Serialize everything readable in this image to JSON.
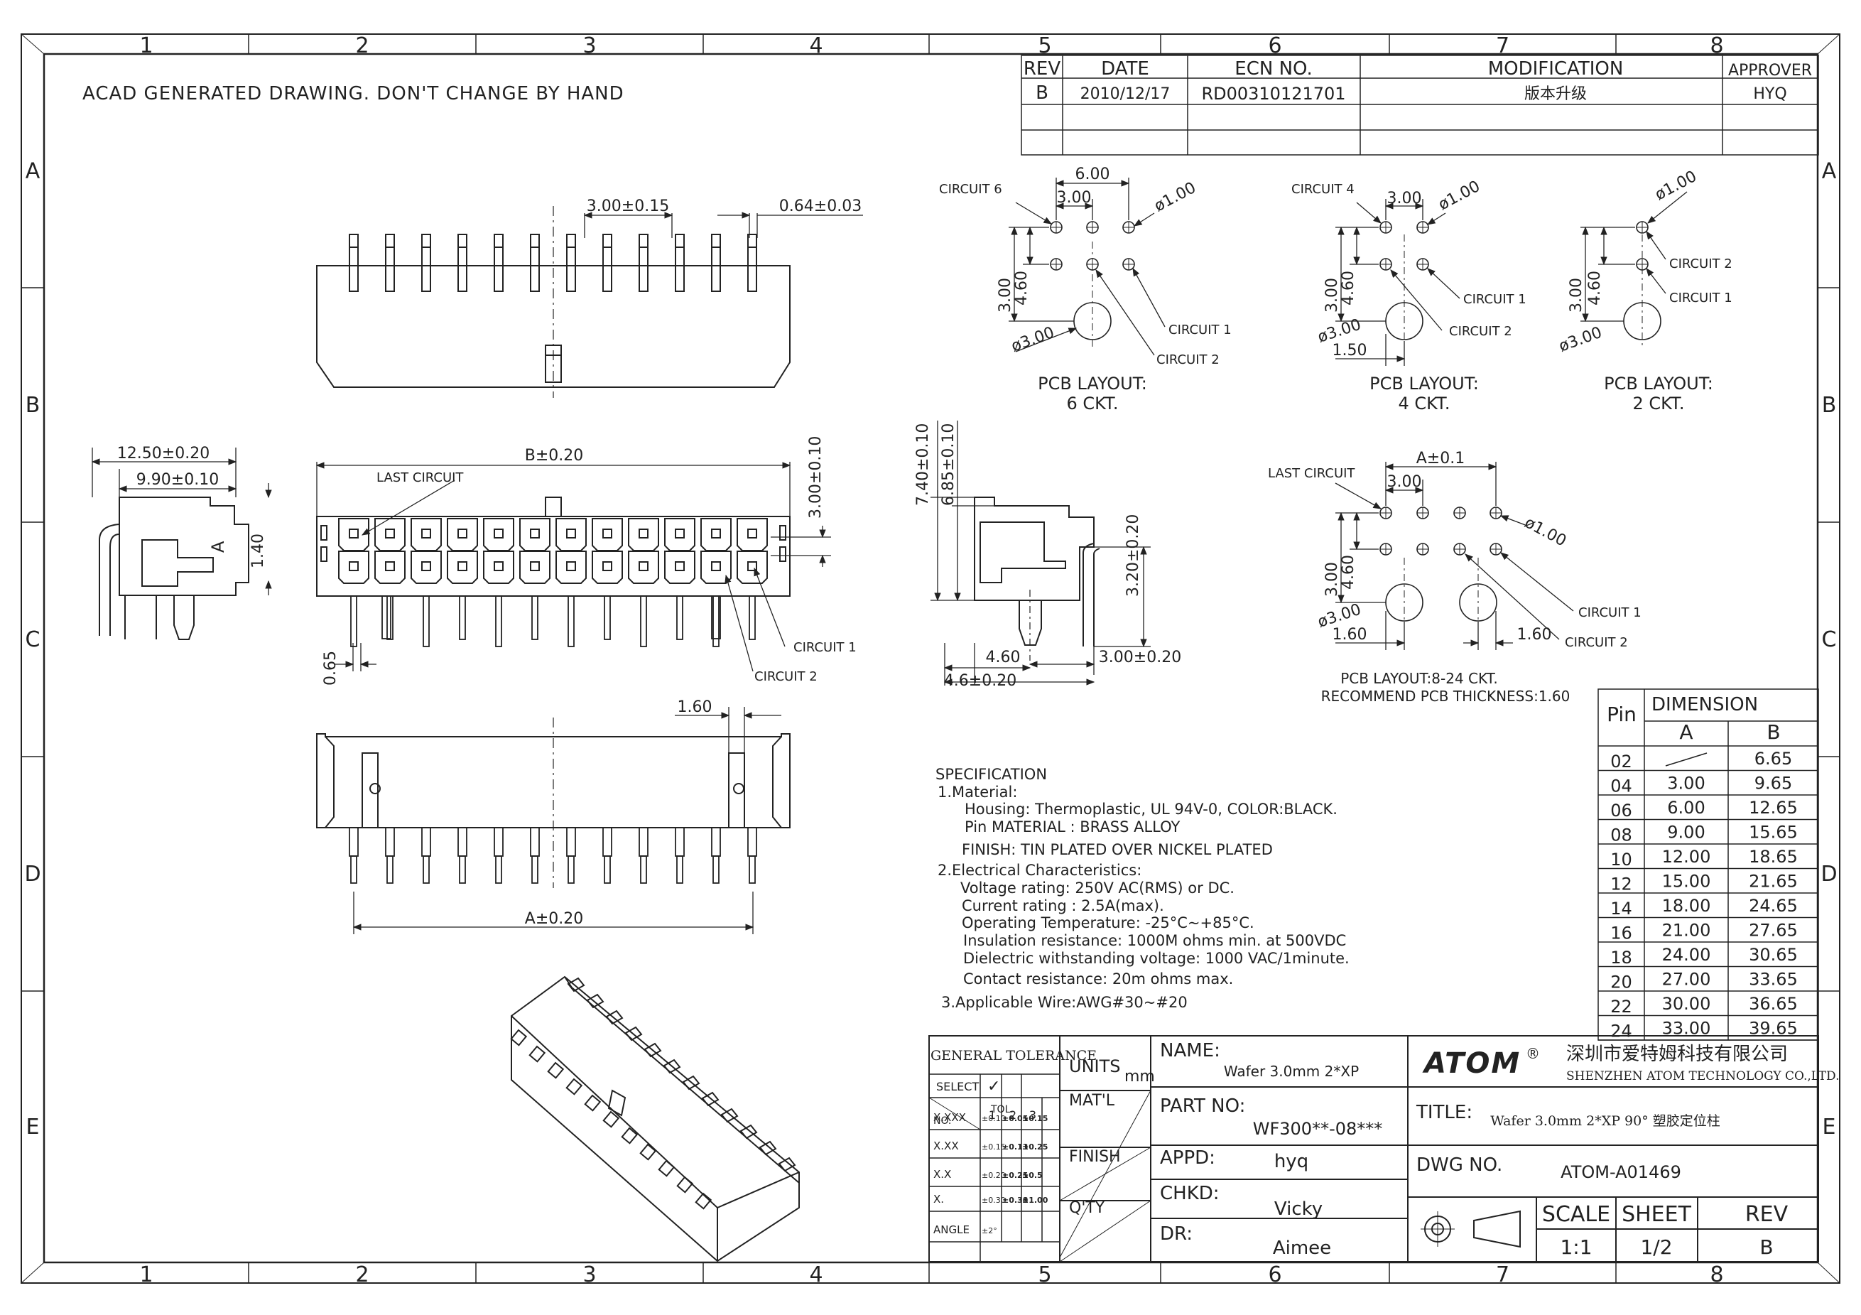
{
  "note": "ACAD GENERATED DRAWING. DON'T CHANGE BY HAND",
  "zones": {
    "cols": [
      "1",
      "2",
      "3",
      "4",
      "5",
      "6",
      "7",
      "8"
    ],
    "rows": [
      "A",
      "B",
      "C",
      "D",
      "E"
    ]
  },
  "revision": {
    "headers": [
      "REV",
      "DATE",
      "ECN NO.",
      "MODIFICATION",
      "APPROVER"
    ],
    "row": {
      "rev": "B",
      "date": "2010/12/17",
      "ecn": "RD00310121701",
      "mod": "版本升级",
      "approver": "HYQ"
    }
  },
  "front_view": {
    "pitch": "3.00±0.15",
    "pin_width": "0.64±0.03"
  },
  "side_view": {
    "d1": "12.50±0.20",
    "d2": "9.90±0.10",
    "d3": "1.40"
  },
  "top_view": {
    "b": "B±0.20",
    "d1": "3.00±0.10",
    "d2": "0.65",
    "last": "LAST CIRCUIT",
    "c1": "CIRCUIT 1",
    "c2": "CIRCUIT 2",
    "mark": "A"
  },
  "bottom_view": {
    "a": "A±0.20",
    "d": "1.60"
  },
  "right_view": {
    "d1": "7.40±0.10",
    "d2": "6.85±0.10",
    "d3": "3.20±0.20",
    "d4": "4.60",
    "d5": "4.6±0.20",
    "d6": "3.00±0.20"
  },
  "pcb6": {
    "circuit6": "CIRCUIT 6",
    "w": "6.00",
    "p": "3.00",
    "hole": "ø1.00",
    "v1": "3.00",
    "v2": "4.60",
    "peg": "ø3.00",
    "c1": "CIRCUIT 1",
    "c2": "CIRCUIT 2",
    "t1": "PCB  LAYOUT:",
    "t2": "6  CKT."
  },
  "pcb4": {
    "circuit4": "CIRCUIT 4",
    "p": "3.00",
    "hole": "ø1.00",
    "v1": "3.00",
    "v2": "4.60",
    "peg": "ø3.00",
    "off": "1.50",
    "c1": "CIRCUIT 1",
    "c2": "CIRCUIT 2",
    "t1": "PCB  LAYOUT:",
    "t2": "4  CKT."
  },
  "pcb2": {
    "hole": "ø1.00",
    "c2": "CIRCUIT 2",
    "c1": "CIRCUIT 1",
    "v1": "3.00",
    "v2": "4.60",
    "peg": "ø3.00",
    "t1": "PCB  LAYOUT:",
    "t2": "2  CKT."
  },
  "pcb8": {
    "last": "LAST CIRCUIT",
    "a": "A±0.1",
    "p": "3.00",
    "hole": "ø1.00",
    "v1": "3.00",
    "v2": "4.60",
    "peg": "ø3.00",
    "off1": "1.60",
    "off2": "1.60",
    "c1": "CIRCUIT 1",
    "c2": "CIRCUIT 2",
    "t1": "PCB LAYOUT:8-24 CKT.",
    "t2": "RECOMMEND PCB THICKNESS:1.60"
  },
  "spec": [
    "SPECIFICATION",
    "1.Material:",
    "Housing: Thermoplastic, UL 94V-0,   COLOR:BLACK.",
    "Pin MATERIAL : BRASS ALLOY",
    "FINISH: TIN PLATED OVER NICKEL PLATED",
    "2.Electrical Characteristics:",
    "Voltage rating: 250V AC(RMS) or DC.",
    "Current rating : 2.5A(max).",
    "Operating Temperature: -25°C~+85°C.",
    "Insulation resistance: 1000M ohms min. at 500VDC",
    "Dielectric withstanding voltage: 1000 VAC/1minute.",
    "Contact resistance: 20m ohms max.",
    "3.Applicable Wire:AWG#30~#20"
  ],
  "dim_table": {
    "h_pin": "Pin",
    "h_dim": "DIMENSION",
    "h_a": "A",
    "h_b": "B",
    "rows": [
      {
        "pin": "02",
        "a": "",
        "b": "6.65"
      },
      {
        "pin": "04",
        "a": "3.00",
        "b": "9.65"
      },
      {
        "pin": "06",
        "a": "6.00",
        "b": "12.65"
      },
      {
        "pin": "08",
        "a": "9.00",
        "b": "15.65"
      },
      {
        "pin": "10",
        "a": "12.00",
        "b": "18.65"
      },
      {
        "pin": "12",
        "a": "15.00",
        "b": "21.65"
      },
      {
        "pin": "14",
        "a": "18.00",
        "b": "24.65"
      },
      {
        "pin": "16",
        "a": "21.00",
        "b": "27.65"
      },
      {
        "pin": "18",
        "a": "24.00",
        "b": "30.65"
      },
      {
        "pin": "20",
        "a": "27.00",
        "b": "33.65"
      },
      {
        "pin": "22",
        "a": "30.00",
        "b": "36.65"
      },
      {
        "pin": "24",
        "a": "33.00",
        "b": "39.65"
      }
    ]
  },
  "tolerance": {
    "title": "GENERAL  TOLERANCE",
    "select": "SELECT",
    "check": "✓",
    "tol": "TOL.",
    "no": "NO.",
    "cols": [
      "1",
      "2",
      "3"
    ],
    "rows": [
      {
        "label": "X.XXX",
        "v": [
          "±0.10",
          "±0.05",
          "±0.15"
        ]
      },
      {
        "label": "X.XX",
        "v": [
          "±0.15",
          "±0.13",
          "±0.25"
        ]
      },
      {
        "label": "X.X",
        "v": [
          "±0.20",
          "±0.25",
          "±0.5"
        ]
      },
      {
        "label": "X.",
        "v": [
          "±0.30",
          "±0.38",
          "±1.00"
        ]
      },
      {
        "label": "ANGLE",
        "v": [
          "±2°",
          "",
          ""
        ]
      }
    ]
  },
  "title_block": {
    "units_label": "UNITS",
    "units": "mm",
    "matl": "MAT'L",
    "finish": "FINISH",
    "qty": "Q'TY",
    "name_label": "NAME:",
    "name": "Wafer  3.0mm  2*XP",
    "part_label": "PART  NO:",
    "part": "WF300**-08***",
    "appd_label": "APPD:",
    "appd": "hyq",
    "chkd_label": "CHKD:",
    "chkd": "Vicky",
    "dr_label": "DR:",
    "dr": "Aimee",
    "logo": "ATOM",
    "reg": "®",
    "company_cn": "深圳市爱特姆科技有限公司",
    "company_en": "SHENZHEN ATOM TECHNOLOGY CO.,LTD.",
    "title_label": "TITLE:",
    "title": "Wafer 3.0mm 2*XP 90° 塑胶定位柱",
    "dwg_label": "DWG  NO.",
    "dwg": "ATOM-A01469",
    "scale_label": "SCALE",
    "scale": "1:1",
    "sheet_label": "SHEET",
    "sheet": "1/2",
    "rev_label": "REV",
    "rev": "B"
  }
}
